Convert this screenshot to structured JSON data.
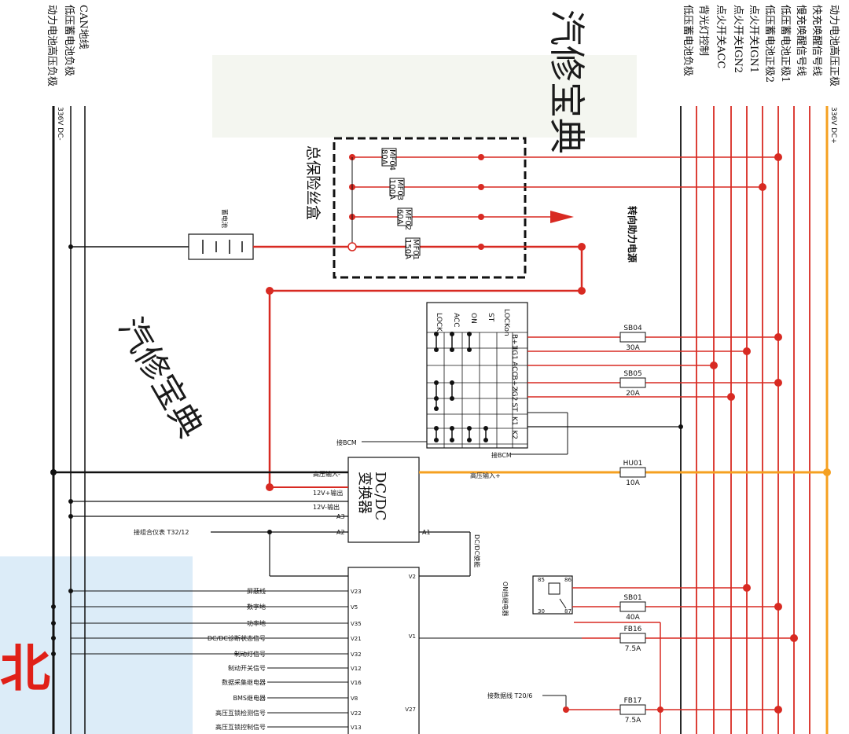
{
  "watermark": {
    "top_right": "汽修宝典",
    "middle_left": "汽修宝典",
    "partial_bottom_left": "北"
  },
  "right_bus_labels": [
    "动力电池高压正极",
    "快充唤醒信号线",
    "慢充唤醒信号线",
    "低压蓄电池正极1",
    "低压蓄电池正极2",
    "点火开关IGN1",
    "点火开关IGN2",
    "点火开关ACC",
    "背光灯控制",
    "低压蓄电池负极"
  ],
  "right_bus_voltage": "336V DC+",
  "left_bus_labels": [
    "动力电池高压负极",
    "低压蓄电池负极",
    "CAN地线"
  ],
  "left_bus_voltage": "336V DC-",
  "fuse_box": {
    "title": "总保险丝盒",
    "fuses": [
      {
        "id": "MF04",
        "rating": "80A"
      },
      {
        "id": "MF03",
        "rating": "100A"
      },
      {
        "id": "MF02",
        "rating": "60A"
      },
      {
        "id": "MF01",
        "rating": "150A"
      }
    ]
  },
  "steering_label": "转向助力电源",
  "battery_label": "蓄电池",
  "ignition_switch": {
    "positions": [
      "LOCK",
      "ACC",
      "ON",
      "ST"
    ],
    "lock_sub": "LOCKon",
    "pins": [
      "B+1",
      "IG1",
      "ACC",
      "B+2",
      "IG2",
      "ST",
      "K1",
      "K2"
    ]
  },
  "to_bcm_1": "接BCM",
  "to_bcm_2": "接BCM",
  "right_fuses": [
    {
      "id": "SB04",
      "rating": "30A"
    },
    {
      "id": "SB05",
      "rating": "20A"
    },
    {
      "id": "HU01",
      "rating": "10A"
    },
    {
      "id": "SB01",
      "rating": "40A"
    },
    {
      "id": "FB16",
      "rating": "7.5A"
    },
    {
      "id": "FB17",
      "rating": "7.5A"
    }
  ],
  "dcdc": {
    "title_line1": "DC/DC",
    "title_line2": "变换器",
    "hv_in_minus": "高压输入-",
    "hv_in_plus": "高压输入+",
    "out_plus": "12V+输出",
    "out_minus": "12V-输出",
    "enable": "DC/DC使能",
    "pin_a3": "A3",
    "pin_a2": "A2",
    "pin_a1": "A1",
    "to_cluster": "接组合仪表 T32/12"
  },
  "vcu_pins": [
    {
      "pin": "V23",
      "label": "屏蔽线"
    },
    {
      "pin": "V5",
      "label": "数字地"
    },
    {
      "pin": "V35",
      "label": "功率地"
    },
    {
      "pin": "V21",
      "label": "DC/DC诊断状态信号"
    },
    {
      "pin": "V32",
      "label": "制动灯信号"
    },
    {
      "pin": "V12",
      "label": "制动开关信号"
    },
    {
      "pin": "V16",
      "label": "数据采集继电器"
    },
    {
      "pin": "V8",
      "label": "BMS继电器"
    },
    {
      "pin": "V22",
      "label": "高压互锁检测信号"
    },
    {
      "pin": "V13",
      "label": "高压互锁控制信号"
    }
  ],
  "relay_label": "ON挡继电器",
  "relay_pins": [
    "85",
    "86",
    "30",
    "87"
  ],
  "vcu_right_pins": [
    "V2",
    "V1",
    "V27"
  ],
  "data_link": "接数据线 T20/6"
}
